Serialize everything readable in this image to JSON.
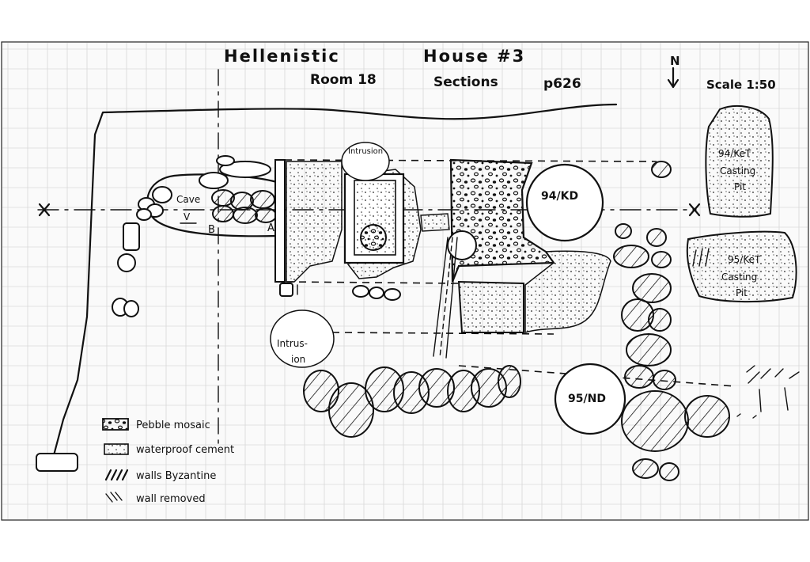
{
  "title": {
    "line1_a": "Hellenistic",
    "line1_b": "House #3",
    "line2_a": "Room 18",
    "line2_b": "Sections",
    "line2_c": "p626"
  },
  "north_label": "N",
  "scale_label": "Scale 1:50",
  "features": {
    "intrusion_top": "Intrusion",
    "intrusion_bottom_1": "Intrus-",
    "intrusion_bottom_2": "ion",
    "cave": "Cave",
    "cave_v": "V",
    "section_b": "B",
    "section_a": "A",
    "pit_94kd": "94/KD",
    "pit_95nd": "95/ND",
    "pit_94ket_1": "94/KeT",
    "pit_94ket_2": "Casting",
    "pit_94ket_3": "Pit",
    "pit_95ket_1": "95/KeT",
    "pit_95ket_2": "Casting",
    "pit_95ket_3": "Pit"
  },
  "legend": [
    {
      "label": "Pebble mosaic",
      "symbol": "pebble-mosaic-swatch"
    },
    {
      "label": "waterproof cement",
      "symbol": "cement-swatch"
    },
    {
      "label": "walls Byzantine",
      "symbol": "hatch-swatch"
    },
    {
      "label": "wall removed",
      "symbol": "removed-swatch"
    }
  ]
}
